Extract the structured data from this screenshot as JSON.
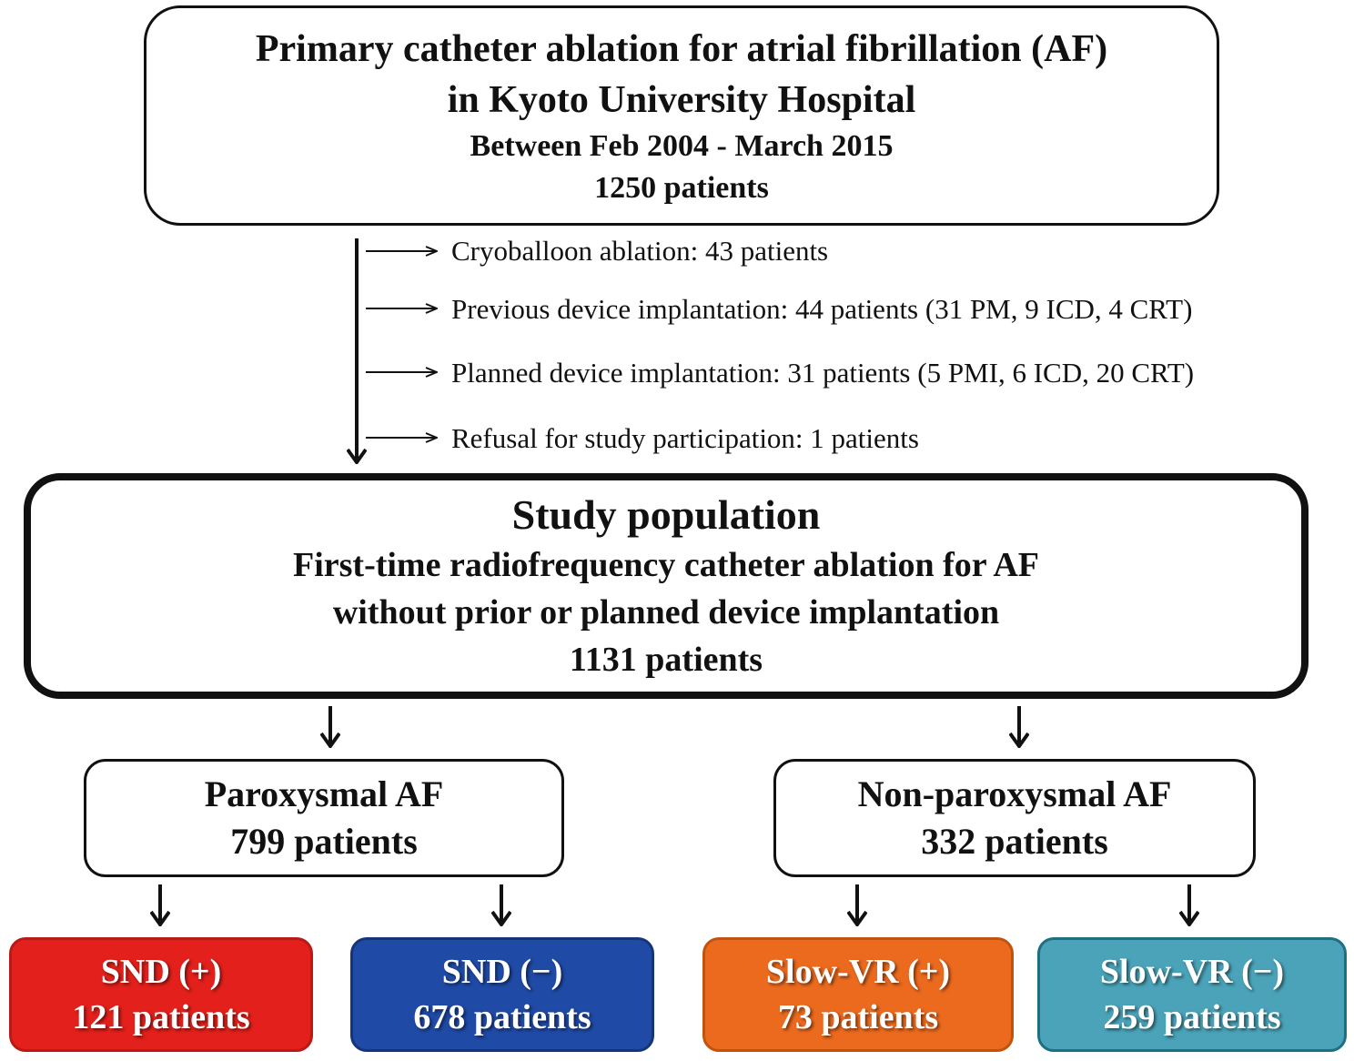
{
  "top_box": {
    "line1": "Primary catheter ablation for atrial fibrillation (AF)",
    "line2": "in Kyoto University Hospital",
    "line3": "Between Feb 2004 - March 2015",
    "line4": "1250 patients"
  },
  "exclusions": [
    "Cryoballoon ablation: 43 patients",
    "Previous device implantation: 44 patients (31 PM, 9 ICD, 4 CRT)",
    "Planned device implantation: 31 patients (5 PMI, 6 ICD, 20 CRT)",
    "Refusal for study participation: 1 patients"
  ],
  "study_box": {
    "line1": "Study population",
    "line2": "First-time radiofrequency catheter ablation for AF",
    "line3": "without prior or planned device implantation",
    "line4": "1131 patients"
  },
  "paroxysmal": {
    "line1": "Paroxysmal AF",
    "line2": "799 patients"
  },
  "non_paroxysmal": {
    "line1": "Non-paroxysmal AF",
    "line2": "332 patients"
  },
  "leaves": [
    {
      "line1": "SND  (+)",
      "line2": "121 patients",
      "fill": "#e3201b",
      "border": "#b81a16"
    },
    {
      "line1": "SND (−)",
      "line2": "678 patients",
      "fill": "#1f4aa6",
      "border": "#15357a"
    },
    {
      "line1": "Slow-VR (+)",
      "line2": "73 patients",
      "fill": "#ec6a1e",
      "border": "#c2530f"
    },
    {
      "line1": "Slow-VR (−)",
      "line2": "259 patients",
      "fill": "#4aa3b9",
      "border": "#1e6f82"
    }
  ]
}
